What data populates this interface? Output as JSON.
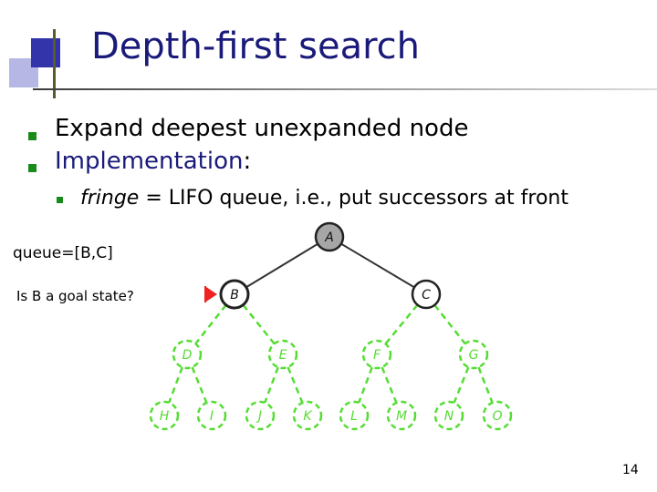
{
  "slide": {
    "title": "Depth-first search",
    "bullets": [
      {
        "text": "Expand deepest unexpanded node"
      },
      {
        "keyword": "Implementation",
        "suffix": ":"
      }
    ],
    "sub_bullet": {
      "italic": "fringe",
      "rest": " = LIFO queue, i.e., put successors at front"
    },
    "queue_text": "queue=[B,C]",
    "question": "Is B a goal state?",
    "page_number": "14"
  },
  "tree": {
    "nodes": [
      {
        "id": "A",
        "label": "A",
        "state": "expanded"
      },
      {
        "id": "B",
        "label": "B",
        "state": "current"
      },
      {
        "id": "C",
        "label": "C",
        "state": "frontier"
      },
      {
        "id": "D",
        "label": "D",
        "state": "unexplored"
      },
      {
        "id": "E",
        "label": "E",
        "state": "unexplored"
      },
      {
        "id": "F",
        "label": "F",
        "state": "unexplored"
      },
      {
        "id": "G",
        "label": "G",
        "state": "unexplored"
      },
      {
        "id": "H",
        "label": "H",
        "state": "unexplored"
      },
      {
        "id": "I",
        "label": "I",
        "state": "unexplored"
      },
      {
        "id": "J",
        "label": "J",
        "state": "unexplored"
      },
      {
        "id": "K",
        "label": "K",
        "state": "unexplored"
      },
      {
        "id": "L",
        "label": "L",
        "state": "unexplored"
      },
      {
        "id": "M",
        "label": "M",
        "state": "unexplored"
      },
      {
        "id": "N",
        "label": "N",
        "state": "unexplored"
      },
      {
        "id": "O",
        "label": "O",
        "state": "unexplored"
      }
    ],
    "edges": [
      [
        "A",
        "B"
      ],
      [
        "A",
        "C"
      ],
      [
        "B",
        "D"
      ],
      [
        "B",
        "E"
      ],
      [
        "C",
        "F"
      ],
      [
        "C",
        "G"
      ],
      [
        "D",
        "H"
      ],
      [
        "D",
        "I"
      ],
      [
        "E",
        "J"
      ],
      [
        "E",
        "K"
      ],
      [
        "F",
        "L"
      ],
      [
        "F",
        "M"
      ],
      [
        "G",
        "N"
      ],
      [
        "G",
        "O"
      ]
    ],
    "current_marker": "B",
    "colors": {
      "expanded_fill": "#a6a6a6",
      "frontier_fill": "#ffffff",
      "node_stroke": "#222222",
      "unexplored": "#55dd33",
      "edge_dark": "#333333",
      "marker": "#ee2222"
    }
  }
}
